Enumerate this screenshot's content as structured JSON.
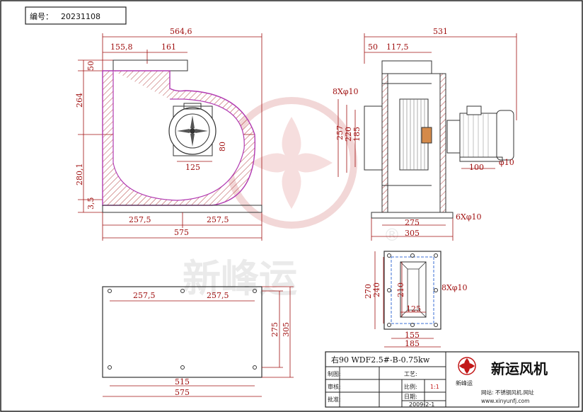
{
  "drawing_number": {
    "label": "编号：",
    "value": "20231108"
  },
  "front_view": {
    "dims": {
      "overall_width": "564,6",
      "outlet_offset": "155,8",
      "outlet_width": "161",
      "flange_height": "50",
      "upper_height": "264",
      "lower_height": "280,1",
      "base_thickness": "3,5",
      "hub_dia": "80",
      "hub_base": "125",
      "half_left": "257,5",
      "half_right": "257,5",
      "base_width": "575"
    }
  },
  "side_view": {
    "dims": {
      "overall_length": "531",
      "flange": "50",
      "outlet_depth": "117,5",
      "bolt_holes": "8Xφ10",
      "h1": "257",
      "h2": "220",
      "h3": "185",
      "motor_base": "100",
      "motor_hole": "φ10",
      "base_inner": "275",
      "base_outer": "305",
      "base_holes": "6Xφ10"
    }
  },
  "flange_view": {
    "dims": {
      "outer_h": "270",
      "mid_h": "240",
      "inner_h": "210",
      "holes": "8Xφ10",
      "inner_w": "125",
      "mid_w": "155",
      "outer_w": "185"
    }
  },
  "base_plan": {
    "dims": {
      "left": "257,5",
      "right": "257,5",
      "depth_inner": "275",
      "depth_outer": "305",
      "hole_span": "515",
      "overall": "575"
    }
  },
  "watermark": {
    "brand_text": "新峰运",
    "registered": "®"
  },
  "title_block": {
    "model": "右90 WDF2.5#-B-0.75kw",
    "rows": [
      {
        "label": "制图:",
        "value": ""
      },
      {
        "label": "审核:",
        "value": ""
      },
      {
        "label": "批准:",
        "value": ""
      }
    ],
    "craft_label": "工艺:",
    "ratio_label": "比例:",
    "ratio_value": "1:1",
    "date_label": "日期:",
    "date_value": "2009-2-1",
    "company_name": "新运风机",
    "logo_text": "新峰运",
    "website_line1": "网站: 不锈钢风机.网址",
    "website_line2": "www.xinyunfj.com"
  },
  "colors": {
    "dimension": "#a01010",
    "housing": "#b23bb2",
    "watermark": "#e8b8b8",
    "line": "#333333"
  }
}
